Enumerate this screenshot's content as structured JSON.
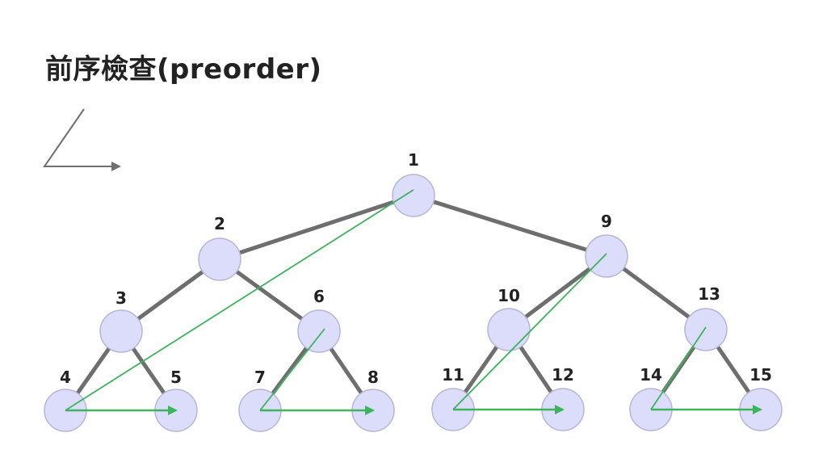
{
  "title": "前序檢查(preorder)",
  "colors": {
    "node_fill": "#dcdcfb",
    "node_stroke": "#b5b5d6",
    "edge": "#6e6e6e",
    "traversal": "#3cb35c",
    "legend_arrow": "#707070",
    "text": "#222222"
  },
  "tree": {
    "nodes": [
      {
        "id": 1,
        "label": "1"
      },
      {
        "id": 2,
        "label": "2"
      },
      {
        "id": 3,
        "label": "3"
      },
      {
        "id": 4,
        "label": "4"
      },
      {
        "id": 5,
        "label": "5"
      },
      {
        "id": 6,
        "label": "6"
      },
      {
        "id": 7,
        "label": "7"
      },
      {
        "id": 8,
        "label": "8"
      },
      {
        "id": 9,
        "label": "9"
      },
      {
        "id": 10,
        "label": "10"
      },
      {
        "id": 11,
        "label": "11"
      },
      {
        "id": 12,
        "label": "12"
      },
      {
        "id": 13,
        "label": "13"
      },
      {
        "id": 14,
        "label": "14"
      },
      {
        "id": 15,
        "label": "15"
      }
    ],
    "edges": [
      [
        1,
        2
      ],
      [
        1,
        9
      ],
      [
        2,
        3
      ],
      [
        2,
        6
      ],
      [
        3,
        4
      ],
      [
        3,
        5
      ],
      [
        6,
        7
      ],
      [
        6,
        8
      ],
      [
        9,
        10
      ],
      [
        9,
        13
      ],
      [
        10,
        11
      ],
      [
        10,
        12
      ],
      [
        13,
        14
      ],
      [
        13,
        15
      ]
    ],
    "traversal_segments": [
      [
        1,
        4
      ],
      [
        4,
        5
      ],
      [
        6,
        7
      ],
      [
        7,
        8
      ],
      [
        9,
        11
      ],
      [
        11,
        12
      ],
      [
        13,
        14
      ],
      [
        14,
        15
      ]
    ]
  }
}
